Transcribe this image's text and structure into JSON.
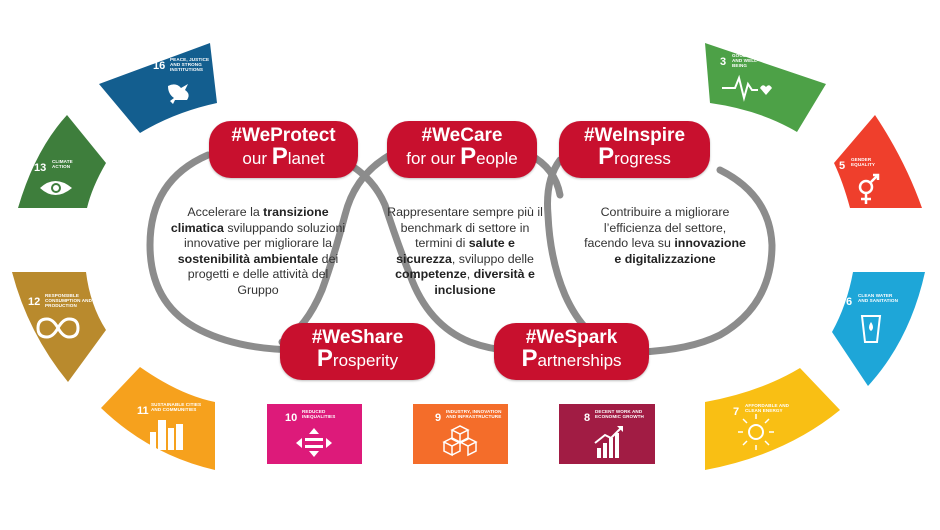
{
  "colors": {
    "red": "#c8102e",
    "loop": "#8c8c8c",
    "sdg16": "#135e8f",
    "sdg13": "#3e7e3c",
    "sdg12": "#b98a2d",
    "sdg11": "#f6a11d",
    "sdg3": "#4da147",
    "sdg5": "#ef3f2c",
    "sdg6": "#1ea6d8",
    "sdg7": "#f9bf14",
    "sdg10": "#dd1a7a",
    "sdg9": "#f46d2a",
    "sdg8": "#a11c44"
  },
  "sdgs": {
    "s16": {
      "number": "16",
      "title": "PEACE, JUSTICE AND STRONG INSTITUTIONS",
      "icon": "dove-gavel-icon"
    },
    "s13": {
      "number": "13",
      "title": "CLIMATE ACTION",
      "icon": "eye-globe-icon"
    },
    "s12": {
      "number": "12",
      "title": "RESPONSIBLE CONSUMPTION AND PRODUCTION",
      "icon": "infinity-icon"
    },
    "s11": {
      "number": "11",
      "title": "SUSTAINABLE CITIES AND COMMUNITIES",
      "icon": "city-icon"
    },
    "s3": {
      "number": "3",
      "title": "GOOD HEALTH AND WELL-BEING",
      "icon": "heartbeat-icon"
    },
    "s5": {
      "number": "5",
      "title": "GENDER EQUALITY",
      "icon": "gender-icon"
    },
    "s6": {
      "number": "6",
      "title": "CLEAN WATER AND SANITATION",
      "icon": "water-glass-icon"
    },
    "s7": {
      "number": "7",
      "title": "AFFORDABLE AND CLEAN ENERGY",
      "icon": "sun-icon"
    },
    "s10": {
      "number": "10",
      "title": "REDUCED INEQUALITIES",
      "icon": "equality-icon"
    },
    "s9": {
      "number": "9",
      "title": "INDUSTRY, INNOVATION AND INFRASTRUCTURE",
      "icon": "cubes-icon"
    },
    "s8": {
      "number": "8",
      "title": "DECENT WORK AND ECONOMIC GROWTH",
      "icon": "growth-chart-icon"
    }
  },
  "pills": {
    "protect": {
      "tag": "#WeProtect",
      "sub_pre": "our ",
      "sub_big": "P",
      "sub_rest": "lanet"
    },
    "care": {
      "tag": "#WeCare",
      "sub_pre": "for our ",
      "sub_big": "P",
      "sub_rest": "eople"
    },
    "inspire": {
      "tag": "#WeInspire",
      "sub_pre": "",
      "sub_big": "P",
      "sub_rest": "rogress"
    },
    "share": {
      "tag": "#WeShare",
      "sub_pre": "",
      "sub_big": "P",
      "sub_rest": "rosperity"
    },
    "spark": {
      "tag": "#WeSpark",
      "sub_pre": "",
      "sub_big": "P",
      "sub_rest": "artnerships"
    }
  },
  "texts": {
    "left": {
      "a": "Accelerare la ",
      "b": "transizione climatica",
      "c": " sviluppando soluzioni innovative per migliorare la ",
      "d": "sostenibilità ambientale",
      "e": " dei progetti e delle attività del Gruppo"
    },
    "center": {
      "a": "Rappresentare sempre più il benchmark di settore in termini di ",
      "b": "salute e sicurezza",
      "c": ", sviluppo delle ",
      "d": "competenze",
      "e": ", ",
      "f": "diversità e inclusione"
    },
    "right": {
      "a": "Contribuire a migliorare l’efficienza del settore, facendo leva su ",
      "b": "innovazione e digitalizzazione"
    }
  }
}
